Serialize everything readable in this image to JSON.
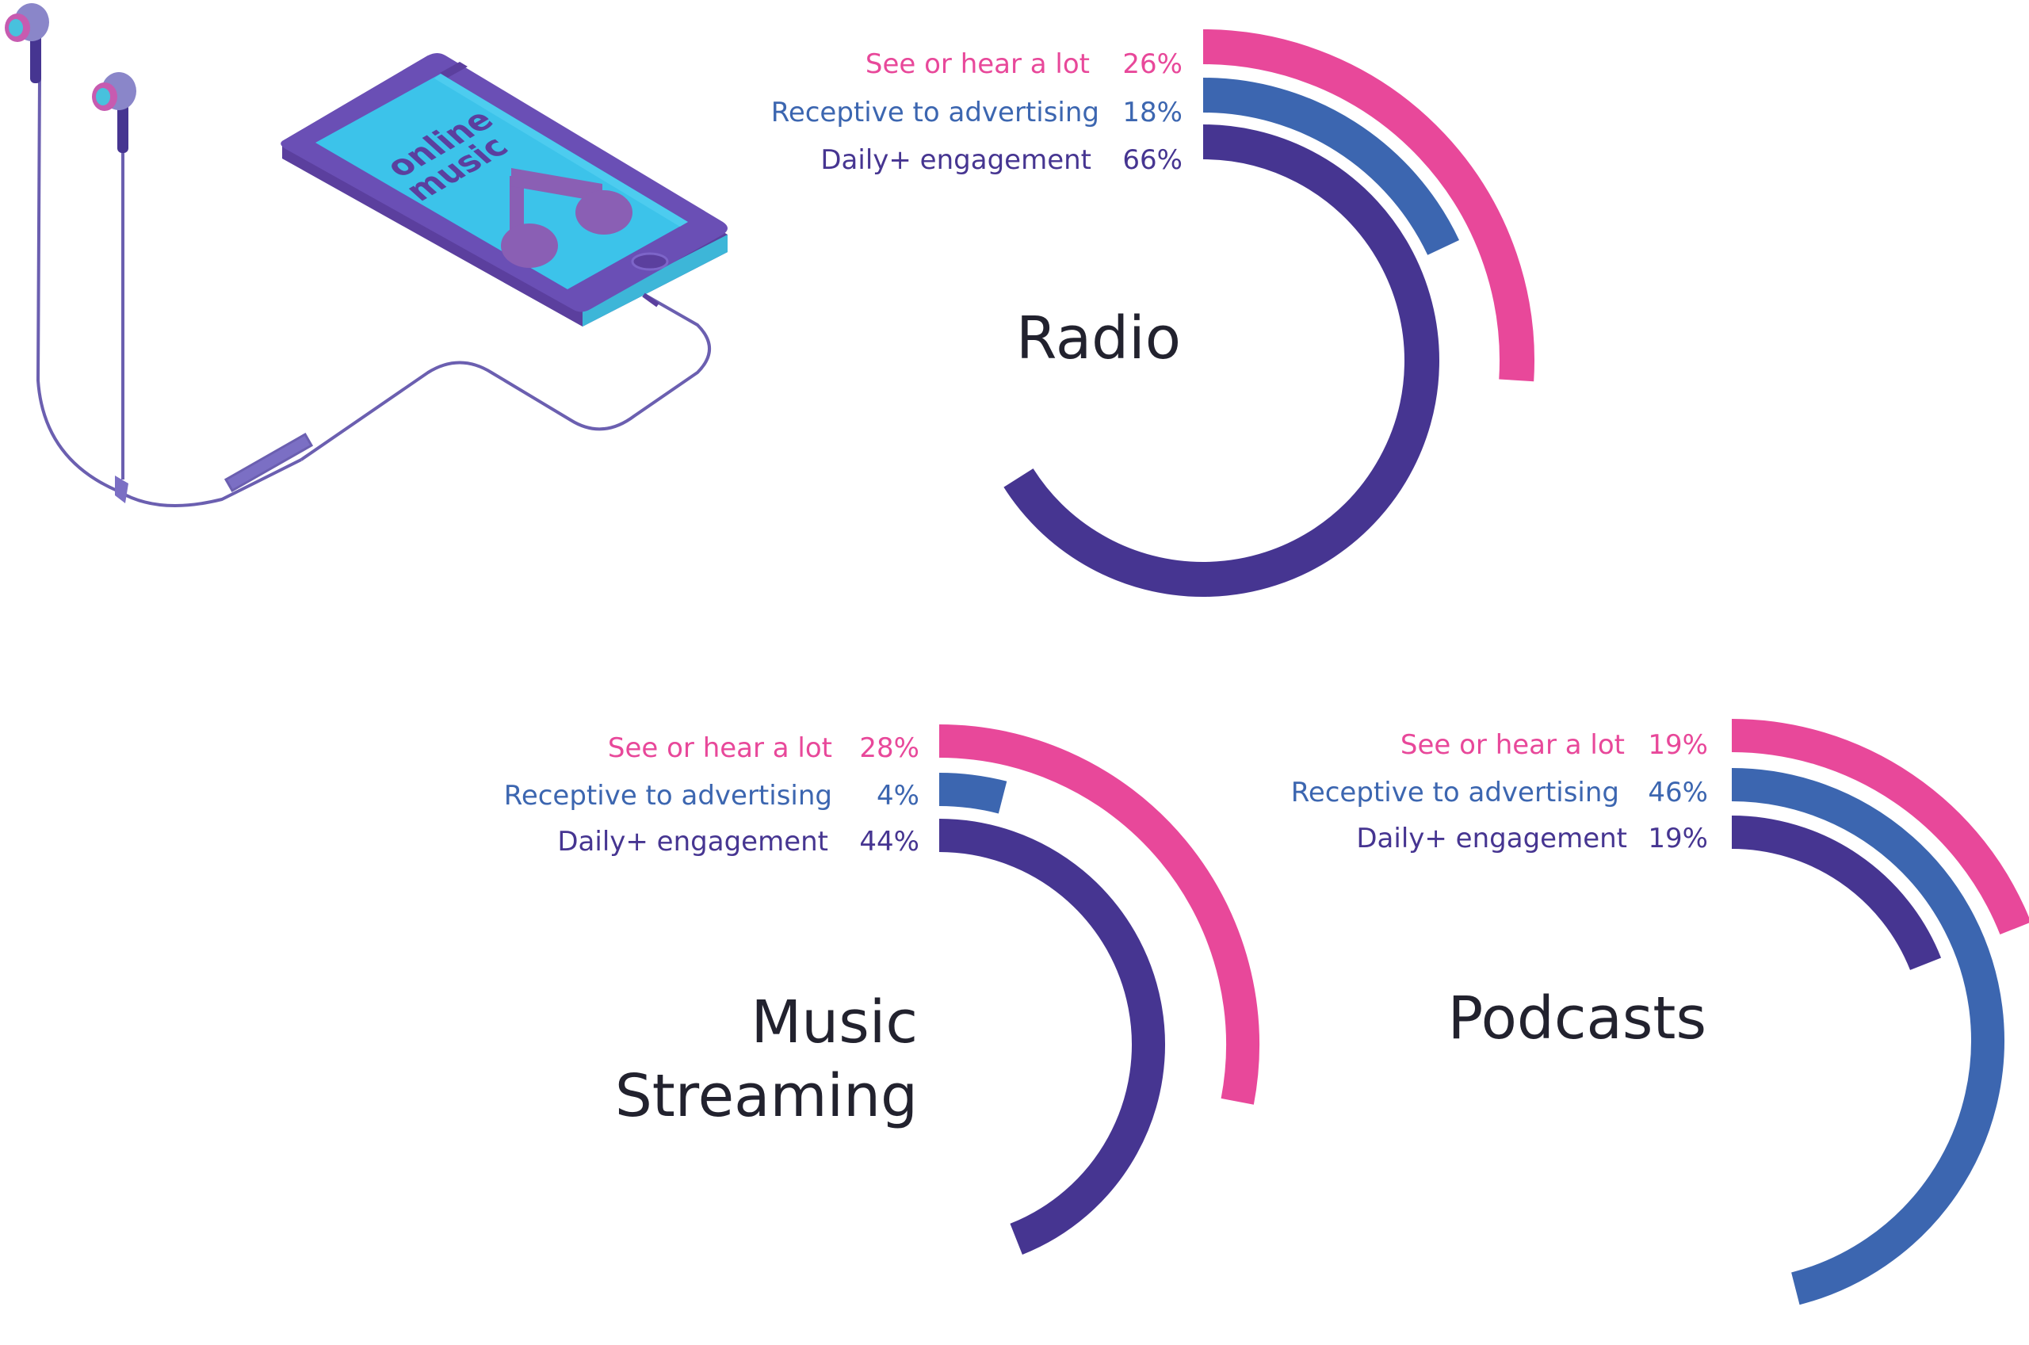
{
  "colors": {
    "see_or_hear": "#e8489a",
    "receptive": "#3c66b0",
    "daily": "#463591",
    "title": "#22222e"
  },
  "illustration": {
    "screen_line1": "online",
    "screen_line2": "music",
    "icons": [
      "earphones-icon",
      "smartphone-icon",
      "music-note-icon"
    ]
  },
  "chart_data": [
    {
      "type": "radial-bar",
      "title": "Radio",
      "range": [
        0,
        100
      ],
      "series": [
        {
          "name": "See or hear a lot",
          "value": 26,
          "label": "26%",
          "color": "#e8489a"
        },
        {
          "name": "Receptive to advertising",
          "value": 18,
          "label": "18%",
          "color": "#3c66b0"
        },
        {
          "name": "Daily+ engagement",
          "value": 66,
          "label": "66%",
          "color": "#463591"
        }
      ]
    },
    {
      "type": "radial-bar",
      "title_lines": [
        "Music",
        "Streaming"
      ],
      "range": [
        0,
        100
      ],
      "series": [
        {
          "name": "See or hear a lot",
          "value": 28,
          "label": "28%",
          "color": "#e8489a"
        },
        {
          "name": "Receptive to advertising",
          "value": 4,
          "label": "4%",
          "color": "#3c66b0"
        },
        {
          "name": "Daily+ engagement",
          "value": 44,
          "label": "44%",
          "color": "#463591"
        }
      ]
    },
    {
      "type": "radial-bar",
      "title": "Podcasts",
      "range": [
        0,
        100
      ],
      "series": [
        {
          "name": "See or hear a lot",
          "value": 19,
          "label": "19%",
          "color": "#e8489a"
        },
        {
          "name": "Receptive to advertising",
          "value": 46,
          "label": "46%",
          "color": "#3c66b0"
        },
        {
          "name": "Daily+ engagement",
          "value": 19,
          "label": "19%",
          "color": "#463591"
        }
      ]
    }
  ]
}
